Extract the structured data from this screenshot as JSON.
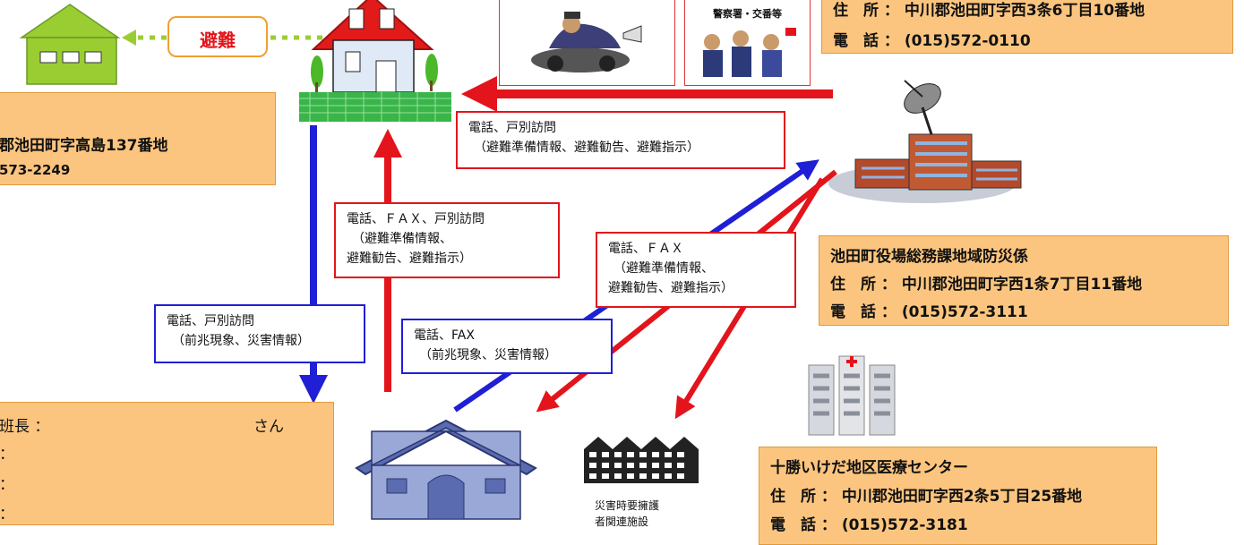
{
  "evac_label": "避難",
  "police_label": "警察署・交番等",
  "facility_label_1": "災害時要擁護",
  "facility_label_2": "者関連施設",
  "box_top_left": {
    "line1": "郡池田町字高島137番地",
    "line2": "573-2249"
  },
  "box_police": {
    "line1": "住　所 ： 中川郡池田町字西3条6丁目10番地",
    "line2": "電　話 ： (015)572-0110"
  },
  "box_town_office": {
    "title": "池田町役場総務課地域防災係",
    "address": "住　所 ： 中川郡池田町字西1条7丁目11番地",
    "phone": "電　話 ： (015)572-3111"
  },
  "box_hospital": {
    "title": "十勝いけだ地区医療センター",
    "address": "住　所 ： 中川郡池田町字西2条5丁目25番地",
    "phone": "電　話 ： (015)572-3181"
  },
  "box_leader": {
    "line1": "班長 ：",
    "suffix": "さん",
    "line2": "：",
    "line3": "：",
    "line4": "："
  },
  "msg_office_to_house": {
    "line1": "電話、戸別訪問",
    "line2": "（避難準備情報、避難勧告、避難指示）"
  },
  "msg_center_to_house": {
    "line1": "電話、ＦＡＸ、戸別訪問",
    "line2": "（避難準備情報、",
    "line3": "避難勧告、避難指示）"
  },
  "msg_office_to_center": {
    "line1": "電話、ＦＡＸ",
    "line2": "（避難準備情報、",
    "line3": "避難勧告、避難指示）"
  },
  "msg_house_to_leader": {
    "line1": "電話、戸別訪問",
    "line2": "（前兆現象、災害情報）"
  },
  "msg_center_to_office": {
    "line1": "電話、FAX",
    "line2": "（前兆現象、災害情報）"
  },
  "colors": {
    "red": "#e3141b",
    "blue": "#1f1fd6",
    "orange": "#fbc57f",
    "green": "#9acd32"
  }
}
